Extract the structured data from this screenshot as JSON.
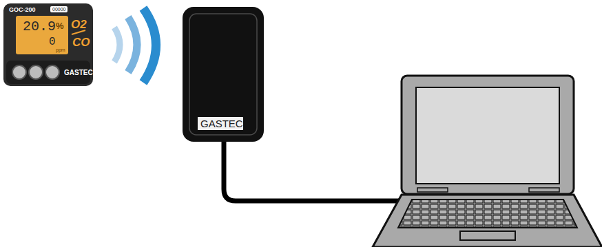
{
  "diagram": {
    "nodes": [
      {
        "text": [
          "GOC-200",
          "00000",
          "O2",
          "CO",
          "GASTEC"
        ]
      },
      {
        "text": [
          "20.9",
          "%",
          "0",
          "ppm"
        ],
        "in": 0
      },
      {
        "text": [
          "GASTEC"
        ]
      }
    ]
  }
}
